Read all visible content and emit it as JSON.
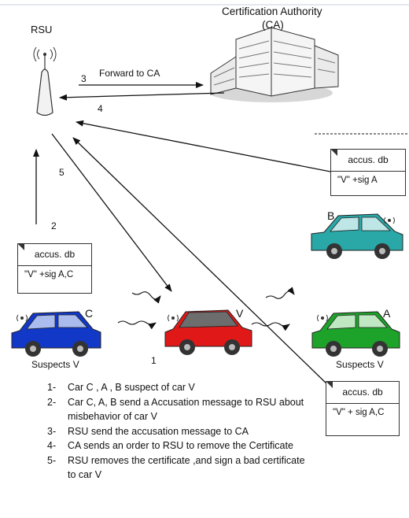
{
  "rsu": {
    "label": "RSU"
  },
  "ca": {
    "label_line1": "Certification Authority",
    "label_line2": "(CA)"
  },
  "edges": {
    "forward": {
      "number": "3",
      "label": "Forward to CA"
    },
    "order": {
      "number": "4"
    },
    "accuse_up": {
      "number": "2"
    },
    "remove": {
      "number": "5"
    },
    "misbehavior": {
      "number": "1"
    }
  },
  "cards": {
    "left": {
      "title": "accus. db",
      "content": "\"V\" +sig A,C"
    },
    "right_top": {
      "title": "accus. db",
      "content": "\"V\" +sig A"
    },
    "right_bottom": {
      "title": "accus. db",
      "content": "\"V\" + sig A,C"
    }
  },
  "cars": {
    "b": {
      "letter": "B",
      "color": "#2aa7a7"
    },
    "c": {
      "letter": "C",
      "color": "#1238c8"
    },
    "v": {
      "letter": "V",
      "color": "#e01818",
      "roof": "#6d6d6d"
    },
    "a": {
      "letter": "A",
      "color": "#1ea32a"
    }
  },
  "suspects": {
    "left": "Suspects V",
    "right": "Suspects V"
  },
  "steps": [
    {
      "n": "1-",
      "text": "Car C , A , B suspect of car V"
    },
    {
      "n": "2-",
      "text": "Car C, A, B send a Accusation message to RSU about misbehavior  of car V"
    },
    {
      "n": "3-",
      "text": "RSU send the accusation message to CA"
    },
    {
      "n": "4-",
      "text": "CA sends an order to RSU to remove the Certificate"
    },
    {
      "n": "5-",
      "text": "RSU removes the certificate ,and sign a bad certificate to car V"
    }
  ]
}
